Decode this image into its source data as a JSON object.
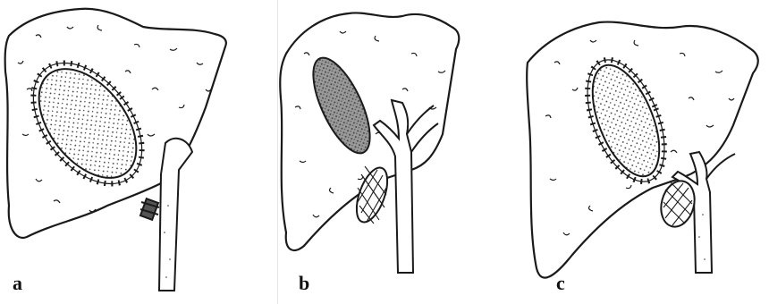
{
  "panels": [
    {
      "id": "a",
      "label": "a"
    },
    {
      "id": "b",
      "label": "b"
    },
    {
      "id": "c",
      "label": "c"
    }
  ],
  "colors": {
    "ink": "#1a1a1a",
    "background": "#ffffff",
    "shading": "#8a8a8a"
  }
}
